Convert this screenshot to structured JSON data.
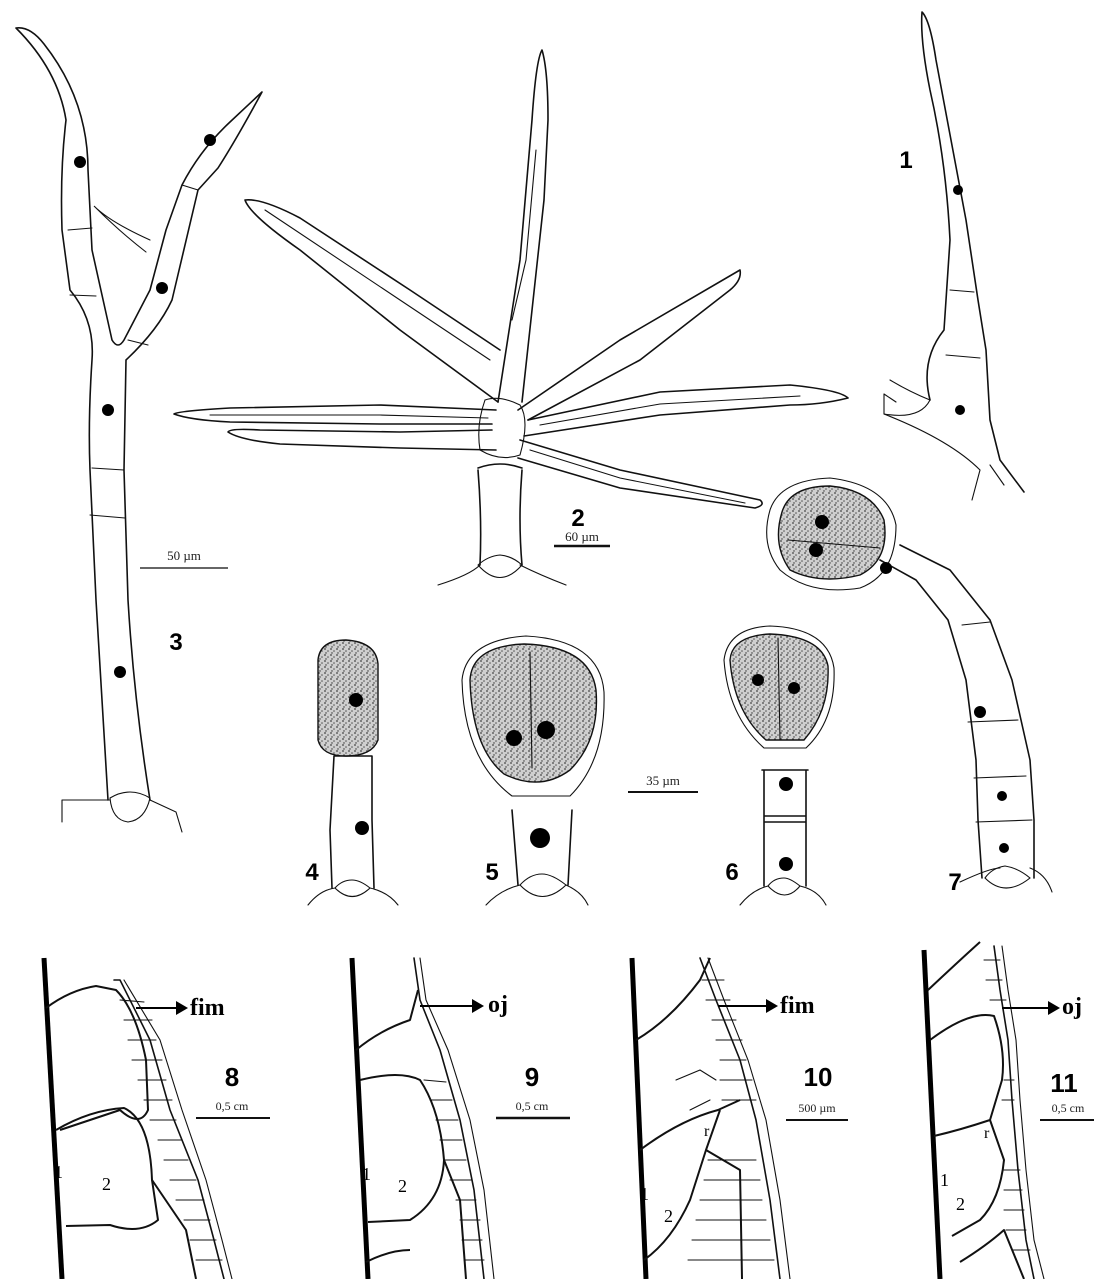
{
  "figures": {
    "fig1": {
      "number": "1"
    },
    "fig2": {
      "number": "2",
      "scale": "60 µm"
    },
    "fig3": {
      "number": "3",
      "scale": "50 µm"
    },
    "fig4": {
      "number": "4"
    },
    "fig5": {
      "number": "5"
    },
    "fig6": {
      "number": "6"
    },
    "center_scale": "35 µm",
    "fig7": {
      "number": "7"
    },
    "fig8": {
      "number": "8",
      "scale": "0,5 cm",
      "arrow_label": "fim",
      "cell_labels": [
        "1",
        "2"
      ]
    },
    "fig9": {
      "number": "9",
      "scale": "0,5 cm",
      "arrow_label": "oj",
      "cell_labels": [
        "1",
        "2"
      ]
    },
    "fig10": {
      "number": "10",
      "scale": "500 µm",
      "arrow_label": "fim",
      "cell_labels": [
        "1",
        "2",
        "r"
      ]
    },
    "fig11": {
      "number": "11",
      "scale": "0,5 cm",
      "arrow_label": "oj",
      "cell_labels": [
        "1",
        "2",
        "r"
      ]
    }
  },
  "colors": {
    "ink": "#111111",
    "background": "#ffffff"
  }
}
